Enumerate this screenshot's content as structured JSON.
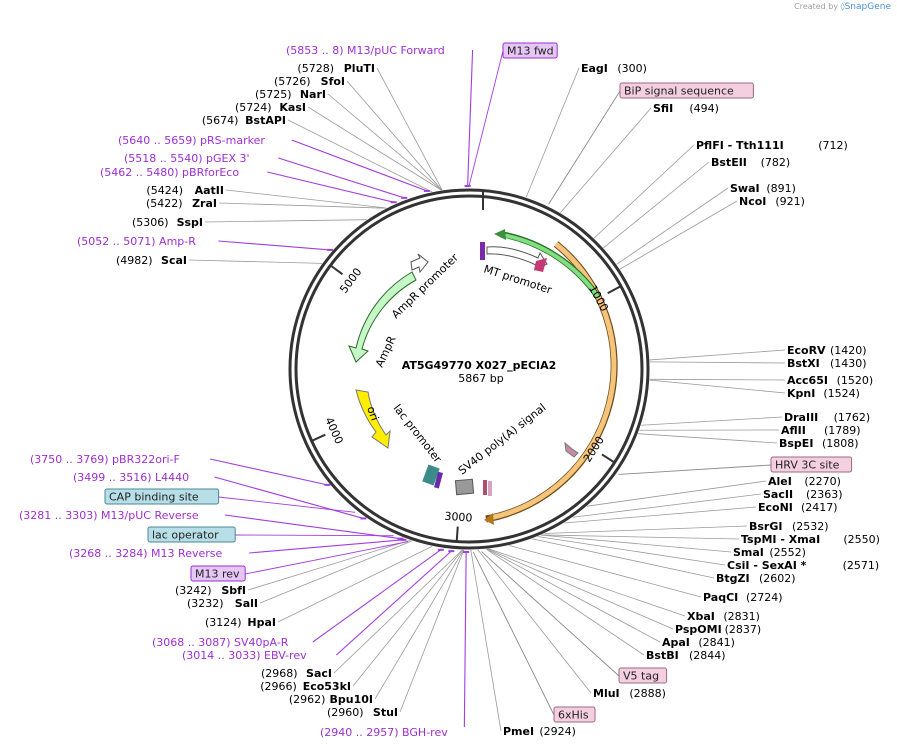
{
  "credit": {
    "prefix": "Created by",
    "brand": "SnapGene"
  },
  "plasmid": {
    "name": "AT5G49770 X027_pECIA2",
    "length_label": "5867 bp",
    "length": 5867
  },
  "ticks": [
    "1000",
    "2000",
    "3000",
    "4000",
    "5000"
  ],
  "colors": {
    "feature_text": "#9d2fd1",
    "primer_line": "#a23de0",
    "enzyme_line": "#9a9a9a",
    "amp": "#c6f7c6",
    "ori": "#ffee00",
    "orange_feature": "#f0b35c",
    "green_feature": "#4db84d"
  },
  "enzymes": [
    {
      "name": "EagI",
      "pos": "(300)",
      "bp": 300
    },
    {
      "name": "SfiI",
      "pos": "(494)",
      "bp": 494
    },
    {
      "name": "PflFI  -  Tth111I",
      "pos": "(712)",
      "bp": 712
    },
    {
      "name": "BstEII",
      "pos": "(782)",
      "bp": 782
    },
    {
      "name": "SwaI",
      "pos": "(891)",
      "bp": 891
    },
    {
      "name": "NcoI",
      "pos": "(921)",
      "bp": 921
    },
    {
      "name": "EcoRV",
      "pos": "(1420)",
      "bp": 1420
    },
    {
      "name": "BstXI",
      "pos": "(1430)",
      "bp": 1430
    },
    {
      "name": "Acc65I",
      "pos": "(1520)",
      "bp": 1520
    },
    {
      "name": "KpnI",
      "pos": "(1524)",
      "bp": 1524
    },
    {
      "name": "DraIII",
      "pos": "(1762)",
      "bp": 1762
    },
    {
      "name": "AflII",
      "pos": "(1789)",
      "bp": 1789
    },
    {
      "name": "BspEI",
      "pos": "(1808)",
      "bp": 1808
    },
    {
      "name": "AleI",
      "pos": "(2270)",
      "bp": 2270
    },
    {
      "name": "SacII",
      "pos": "(2363)",
      "bp": 2363
    },
    {
      "name": "EcoNI",
      "pos": "(2417)",
      "bp": 2417
    },
    {
      "name": "BsrGI",
      "pos": "(2532)",
      "bp": 2532
    },
    {
      "name": "TspMI  -  XmaI",
      "pos": "(2550)",
      "bp": 2550
    },
    {
      "name": "SmaI",
      "pos": "(2552)",
      "bp": 2552
    },
    {
      "name": "CsiI  -  SexAI *",
      "pos": "(2571)",
      "bp": 2571
    },
    {
      "name": "BtgZI",
      "pos": "(2602)",
      "bp": 2602
    },
    {
      "name": "PaqCI",
      "pos": "(2724)",
      "bp": 2724
    },
    {
      "name": "XbaI",
      "pos": "(2831)",
      "bp": 2831
    },
    {
      "name": "PspOMI",
      "pos": "(2837)",
      "bp": 2837
    },
    {
      "name": "ApaI",
      "pos": "(2841)",
      "bp": 2841
    },
    {
      "name": "BstBI",
      "pos": "(2844)",
      "bp": 2844
    },
    {
      "name": "MluI",
      "pos": "(2888)",
      "bp": 2888
    },
    {
      "name": "PmeI",
      "pos": "(2924)",
      "bp": 2924
    },
    {
      "name": "StuI",
      "pos": "(2960)",
      "bp": 2960
    },
    {
      "name": "Bpu10I",
      "pos": "(2962)",
      "bp": 2962
    },
    {
      "name": "Eco53kI",
      "pos": "(2966)",
      "bp": 2966
    },
    {
      "name": "SacI",
      "pos": "(2968)",
      "bp": 2968
    },
    {
      "name": "HpaI",
      "pos": "(3124)",
      "bp": 3124
    },
    {
      "name": "SalI",
      "pos": "(3232)",
      "bp": 3232
    },
    {
      "name": "SbfI",
      "pos": "(3242)",
      "bp": 3242
    },
    {
      "name": "ScaI",
      "pos": "(4982)",
      "bp": 4982
    },
    {
      "name": "SspI",
      "pos": "(5306)",
      "bp": 5306
    },
    {
      "name": "ZraI",
      "pos": "(5422)",
      "bp": 5422
    },
    {
      "name": "AatII",
      "pos": "(5424)",
      "bp": 5424
    },
    {
      "name": "BstAPI",
      "pos": "(5674)",
      "bp": 5674
    },
    {
      "name": "KasI",
      "pos": "(5724)",
      "bp": 5724
    },
    {
      "name": "NarI",
      "pos": "(5725)",
      "bp": 5725
    },
    {
      "name": "SfoI",
      "pos": "(5726)",
      "bp": 5726
    },
    {
      "name": "PluTI",
      "pos": "(5728)",
      "bp": 5728
    }
  ],
  "primers": [
    {
      "range": "(5853 .. 8)",
      "name": "M13/pUC Forward",
      "bp": 5860
    },
    {
      "range": "(5640 .. 5659)",
      "name": "pRS-marker",
      "bp": 5650
    },
    {
      "range": "(5518 .. 5540)",
      "name": "pGEX 3'",
      "bp": 5529
    },
    {
      "range": "(5462 .. 5480)",
      "name": "pBRforEco",
      "bp": 5471
    },
    {
      "range": "(5052 .. 5071)",
      "name": "Amp-R",
      "bp": 5062
    },
    {
      "range": "(3750 .. 3769)",
      "name": "pBR322ori-F",
      "bp": 3760
    },
    {
      "range": "(3499 .. 3516)",
      "name": "L4440",
      "bp": 3508
    },
    {
      "range": "(3281 .. 3303)",
      "name": "M13/pUC Reverse",
      "bp": 3292
    },
    {
      "range": "(3268 .. 3284)",
      "name": "M13 Reverse",
      "bp": 3276
    },
    {
      "range": "(3068 .. 3087)",
      "name": "SV40pA-R",
      "bp": 3078
    },
    {
      "range": "(3014 .. 3033)",
      "name": "EBV-rev",
      "bp": 3024
    },
    {
      "range": "(2940 .. 2957)",
      "name": "BGH-rev",
      "bp": 2948
    }
  ],
  "boxed_features": [
    {
      "name": "M13 fwd",
      "style": "purple",
      "bp": 5867
    },
    {
      "name": "BiP signal sequence",
      "style": "pink",
      "bp": 420
    },
    {
      "name": "HRV 3C site",
      "style": "pink",
      "bp": 2040
    },
    {
      "name": "V5 tag",
      "style": "pink",
      "bp": 2870
    },
    {
      "name": "6xHis",
      "style": "pink",
      "bp": 2912
    },
    {
      "name": "CAP binding site",
      "style": "teal",
      "bp": 3560
    },
    {
      "name": "lac operator",
      "style": "teal",
      "bp": 3330
    },
    {
      "name": "M13 rev",
      "style": "purple",
      "bp": 3250
    }
  ],
  "internal_features": [
    {
      "name": "MT promoter"
    },
    {
      "name": "AmpR promoter"
    },
    {
      "name": "AmpR"
    },
    {
      "name": "ori"
    },
    {
      "name": "lac promoter"
    },
    {
      "name": "SV40 poly(A) signal"
    }
  ]
}
